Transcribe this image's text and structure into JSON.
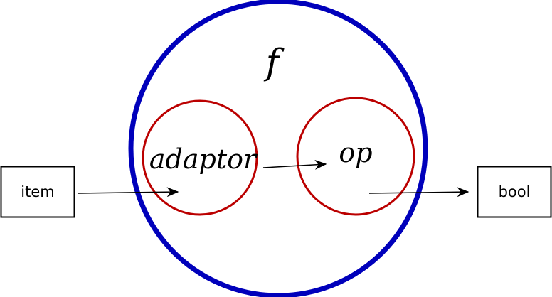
{
  "diagram": {
    "input_box": {
      "label": "item"
    },
    "output_box": {
      "label": "bool"
    },
    "outer_function": {
      "label": "f",
      "color": "#0000bb"
    },
    "adaptor": {
      "label": "adaptor",
      "color": "#bb0000"
    },
    "op": {
      "label": "op",
      "color": "#bb0000"
    }
  }
}
